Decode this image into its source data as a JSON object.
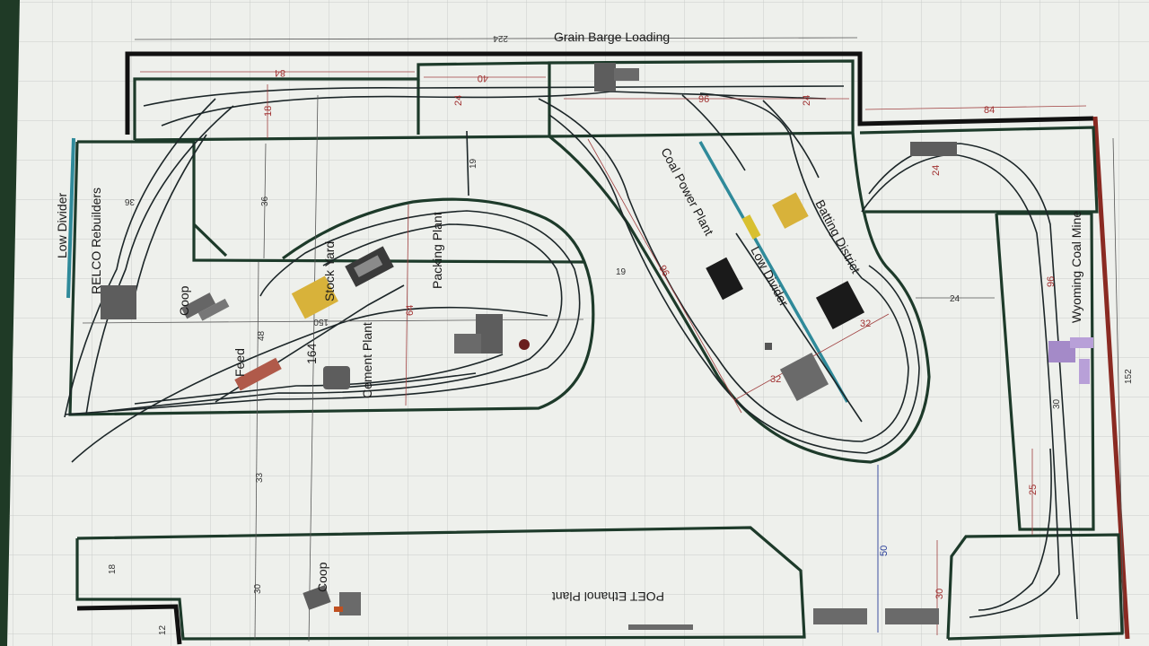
{
  "colors": {
    "paper": "#eef0ec",
    "grid": "#c9cdca",
    "benchwork": "#1d3a2a",
    "track": "#1c2628",
    "wall_black": "#111111",
    "wall_red": "#8a2a22",
    "divider_blue": "#2f8a9a",
    "dim_red": "#a03030",
    "dim_blue": "#2a3f9a",
    "building_gray": "#5d5d5d",
    "building_yellow": "#d8b23a",
    "building_red": "#b05a4a",
    "building_purple": "#a48ac8",
    "building_black": "#1a1a1a"
  },
  "labels": {
    "grain_barge": "Grain Barge Loading",
    "low_divider_left": "Low Divider",
    "relco": "RELCO Rebuilders",
    "coop_upper": "Coop",
    "feed": "Feed",
    "stock_yard": "Stock Yard",
    "packing_plant": "Packing Plant",
    "cement_plant": "Cement Plant",
    "coal_power_plant": "Coal Power Plant",
    "low_divider_mid": "Low Divider",
    "batting_district": "Batting District",
    "wyoming_coal_mine": "Wyoming Coal Mine",
    "coop_lower": "Coop",
    "poet_ethanol": "POET Ethanol Plant",
    "number_164": "164"
  },
  "dimensions": {
    "d224": "224",
    "d84_top": "84",
    "d40": "40",
    "d96_top": "96",
    "d24_a": "24",
    "d24_b": "24",
    "d84_right": "84",
    "d18_top": "18",
    "d36_a": "36",
    "d36_b": "36",
    "d19_a": "19",
    "d19_b": "19",
    "d150": "150",
    "d64": "64",
    "d48": "48",
    "d96_diag": "96",
    "d32_a": "32",
    "d32_b": "32",
    "d24_c": "24",
    "d24_d": "24",
    "d96_right": "96",
    "d30_right": "30",
    "d25": "25",
    "d152": "152",
    "d33": "33",
    "d30_left": "30",
    "d18_left": "18",
    "d12": "12",
    "d50": "50",
    "d30_blue": "30"
  }
}
